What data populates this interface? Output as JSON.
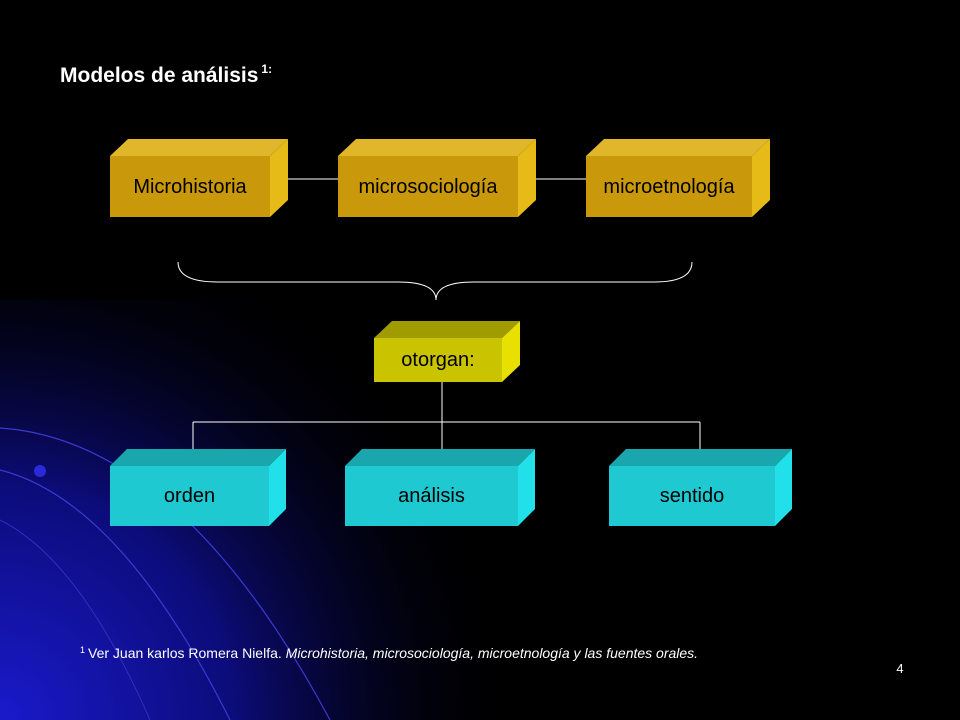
{
  "slide": {
    "title": "Modelos de análisis",
    "title_sup": "1:",
    "top_boxes": [
      {
        "label": "Microhistoria"
      },
      {
        "label": "microsociología"
      },
      {
        "label": "microetnología"
      }
    ],
    "middle_box": {
      "label": "otorgan:"
    },
    "bottom_boxes": [
      {
        "label": "orden"
      },
      {
        "label": "análisis"
      },
      {
        "label": "sentido"
      }
    ],
    "footnote": {
      "mark": "1",
      "prefix": "Ver Juan karlos Romera Nielfa.",
      "work": "Microhistoria, microsociología, microetnología y las fuentes orales."
    },
    "page_number": "4"
  },
  "colors": {
    "background": "#000000",
    "gold_front": "#c9980b",
    "gold_top": "#e0b62a",
    "gold_side": "#e6bb18",
    "olive_front": "#c9c300",
    "olive_top": "#a09c00",
    "olive_side": "#e8e000",
    "cyan_front": "#1fc9d1",
    "cyan_top": "#1aa6ad",
    "cyan_side": "#22e0ea",
    "connector": "#ffffff",
    "text_light": "#ffffff",
    "deco_blue": "#1a1aa6"
  }
}
